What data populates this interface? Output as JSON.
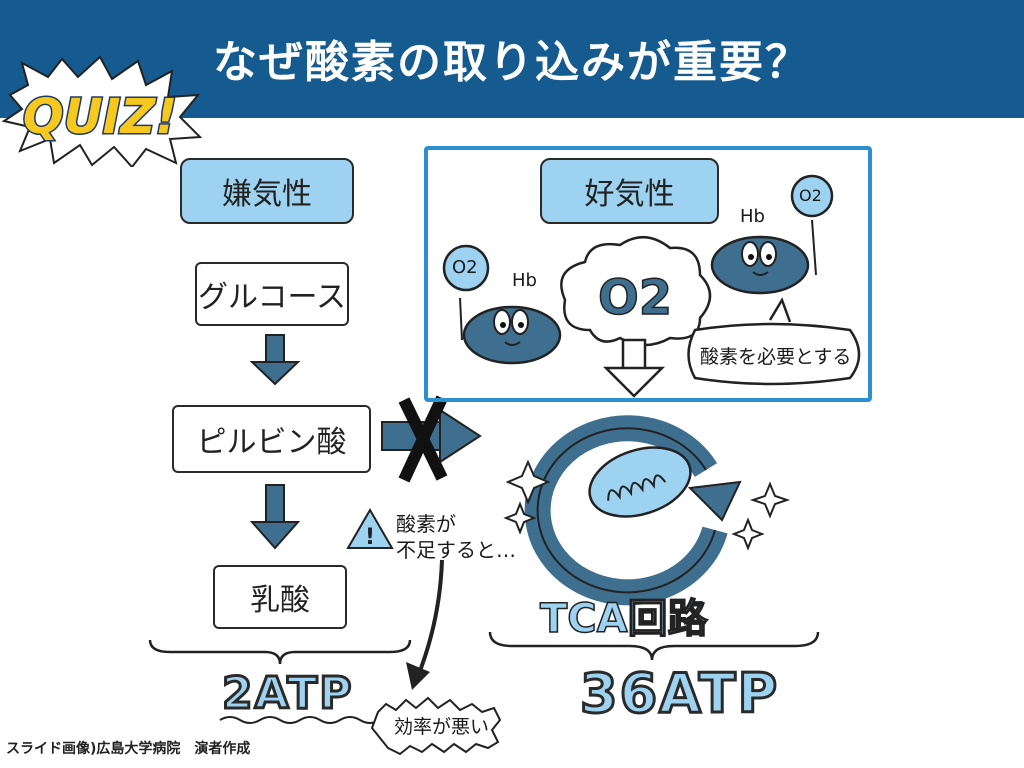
{
  "header": {
    "title": "なぜ酸素の取り込みが重要？"
  },
  "badge": {
    "text": "QUIZ!"
  },
  "left": {
    "type_label": "嫌気性",
    "step1": "グルコース",
    "step2": "ピルビン酸",
    "step3": "乳酸",
    "atp": "2ATP"
  },
  "middle": {
    "warning": "酸素が",
    "warning2": "不足すると…",
    "efficiency": "効率が悪い"
  },
  "right": {
    "type_label": "好気性",
    "hb": "Hb",
    "o2": "O2",
    "cloud_o2": "O2",
    "need_oxygen": "酸素を必要とする",
    "cycle": "TCA回路",
    "atp": "36ATP"
  },
  "footer": {
    "credit": "スライド画像)広島大学病院　演者作成"
  },
  "colors": {
    "header_bg": "#155b8f",
    "accent_blue": "#9dd3f0",
    "frame_blue": "#2b8fd0",
    "dark_blue": "#3f6f8f"
  }
}
